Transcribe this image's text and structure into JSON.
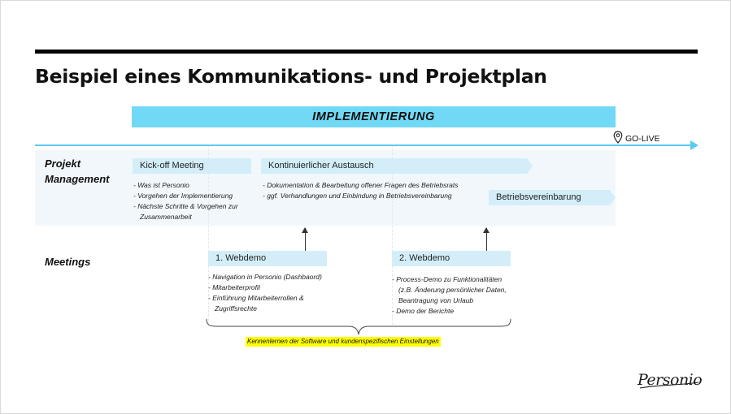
{
  "slide": {
    "title": "Beispiel eines Kommunikations- und Projektplan",
    "phase_label": "IMPLEMENTIERUNG",
    "milestone_label": "GO-LIVE",
    "rows": {
      "project_management": "Projekt\nManagement",
      "meetings": "Meetings"
    },
    "pm_items": [
      {
        "label": "Kick-off Meeting",
        "bullets": [
          "- Was ist Personio",
          "- Vorgehen der Implementierung",
          "- Nächste Schritte & Vorgehen zur",
          "Zusammenarbeit"
        ]
      },
      {
        "label": "Kontinuierlicher Austausch",
        "bullets": [
          "- Dokumentation & Bearbeitung offener Fragen des Betriebsrats",
          "- ggf. Verhandlungen und Einbindung in Betriebsvereinbarung"
        ]
      },
      {
        "label": "Betriebsvereinbarung",
        "bullets": []
      }
    ],
    "meetings": [
      {
        "label": "1. Webdemo",
        "bullets": [
          "- Navigation in Personio (Dashbaord)",
          "- Mitarbeiterprofil",
          "- Einführung Mitarbeiterrollen &",
          "Zugriffsrechte"
        ]
      },
      {
        "label": "2. Webdemo",
        "bullets": [
          "- Process-Demo zu Funktionalitäten",
          "(z.B. Änderung persönlicher Daten,",
          "Beantragung von Urlaub",
          "- Demo der Berichte"
        ]
      }
    ],
    "brace_caption": "Kennenlernen der Software und kundenspezifischen Einstellungen",
    "logo_text": "Personio",
    "colors": {
      "phase_bar": "#71d8f5",
      "timeline": "#59caf0",
      "box": "#d3eef9",
      "band": "#f2f7fb",
      "highlight": "#ffff00"
    },
    "icons": [
      "location-pin-icon",
      "arrow-up-icon"
    ]
  }
}
